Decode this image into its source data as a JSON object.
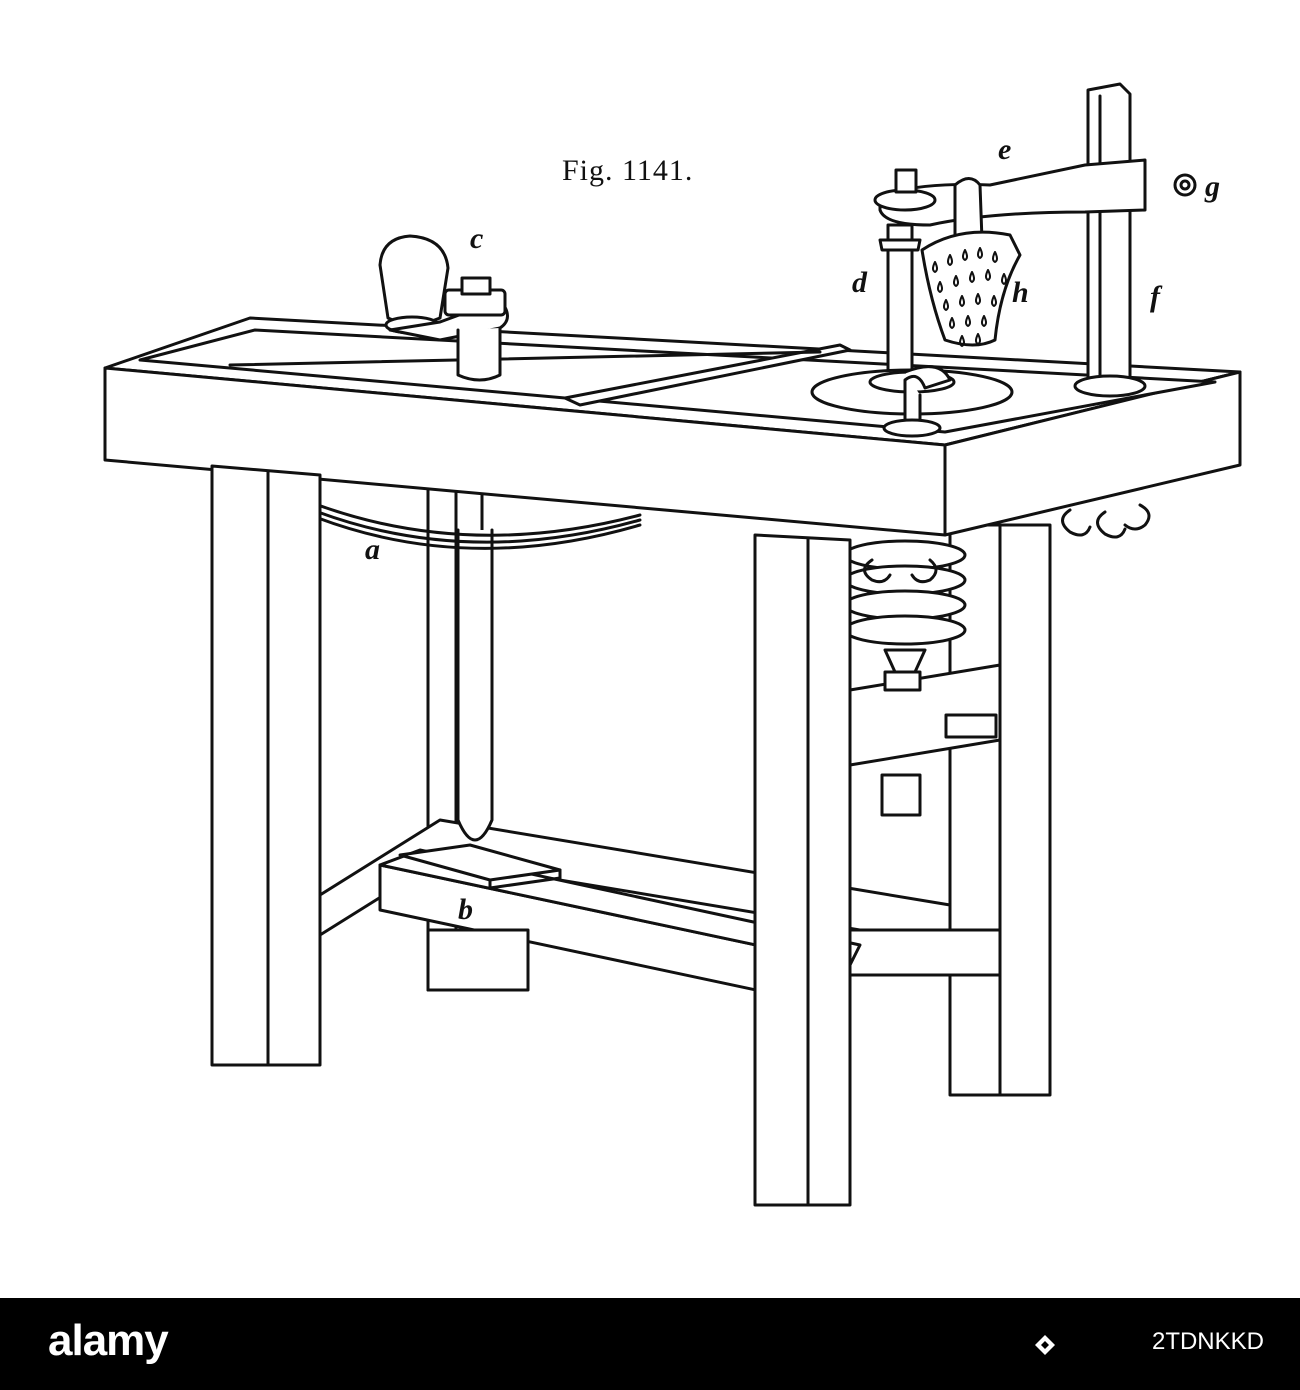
{
  "figure": {
    "caption": "Fig. 1141.",
    "labels": {
      "a": "a",
      "b": "b",
      "c": "c",
      "d": "d",
      "e": "e",
      "f": "f",
      "g": "g",
      "h": "h"
    }
  },
  "watermark": {
    "brand": "alamy",
    "stock_id": "2TDNKKD"
  },
  "colors": {
    "ink": "#111111",
    "paper": "#ffffff",
    "bar": "#000000"
  }
}
